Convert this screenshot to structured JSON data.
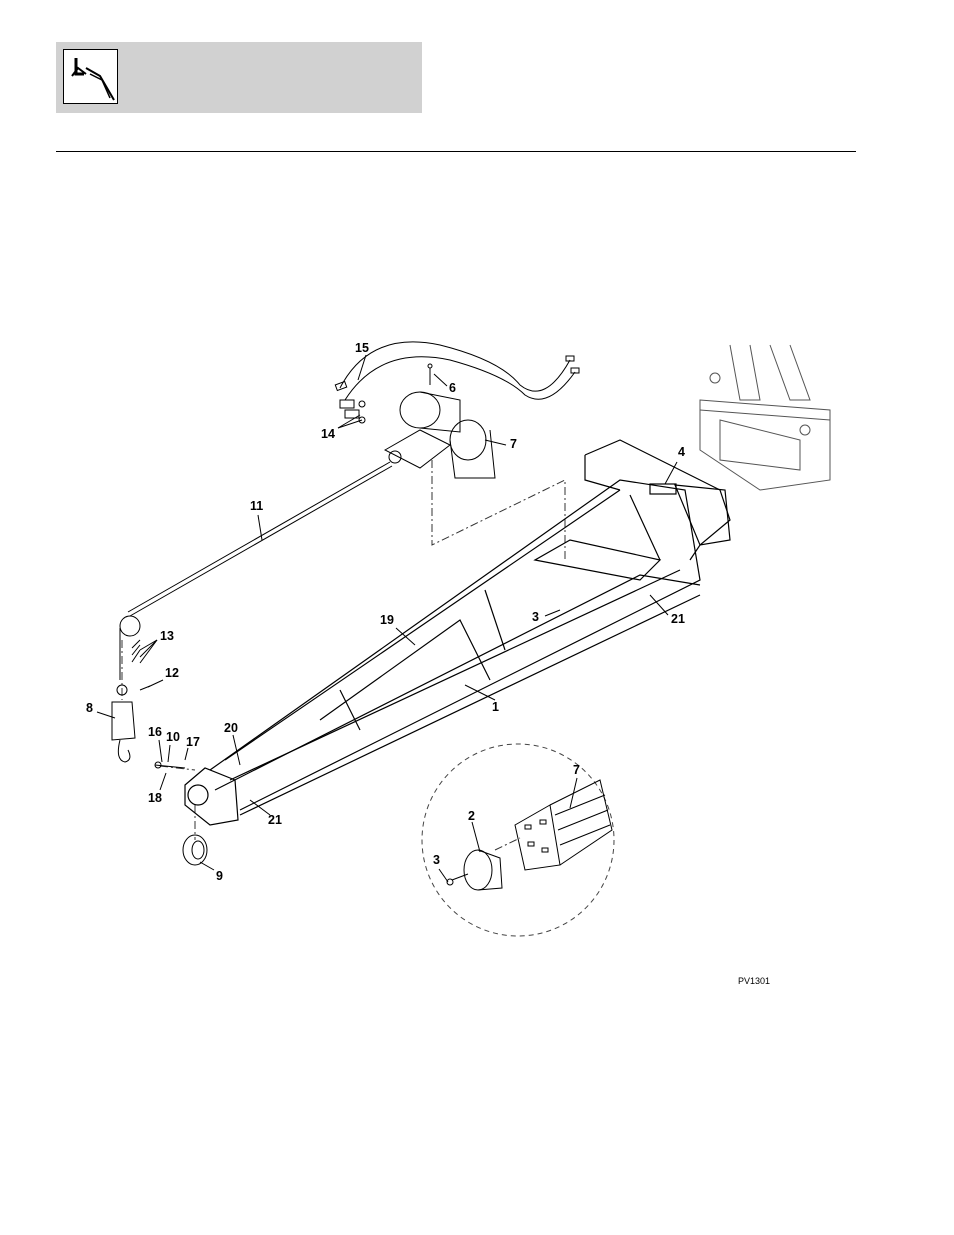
{
  "header": {
    "icon": "boom-section-icon"
  },
  "figure": {
    "code": "PV1301",
    "callouts": [
      {
        "id": "c15",
        "text": "15"
      },
      {
        "id": "c6",
        "text": "6"
      },
      {
        "id": "c14",
        "text": "14"
      },
      {
        "id": "c7a",
        "text": "7"
      },
      {
        "id": "c4",
        "text": "4"
      },
      {
        "id": "c11",
        "text": "11"
      },
      {
        "id": "c3a",
        "text": "3"
      },
      {
        "id": "c21a",
        "text": "21"
      },
      {
        "id": "c19",
        "text": "19"
      },
      {
        "id": "c13",
        "text": "13"
      },
      {
        "id": "c12",
        "text": "12"
      },
      {
        "id": "c1",
        "text": "1"
      },
      {
        "id": "c8",
        "text": "8"
      },
      {
        "id": "c20",
        "text": "20"
      },
      {
        "id": "c16",
        "text": "16"
      },
      {
        "id": "c10",
        "text": "10"
      },
      {
        "id": "c17",
        "text": "17"
      },
      {
        "id": "c18",
        "text": "18"
      },
      {
        "id": "c21b",
        "text": "21"
      },
      {
        "id": "c9",
        "text": "9"
      },
      {
        "id": "c7b",
        "text": "7"
      },
      {
        "id": "c2",
        "text": "2"
      },
      {
        "id": "c3b",
        "text": "3"
      }
    ]
  }
}
